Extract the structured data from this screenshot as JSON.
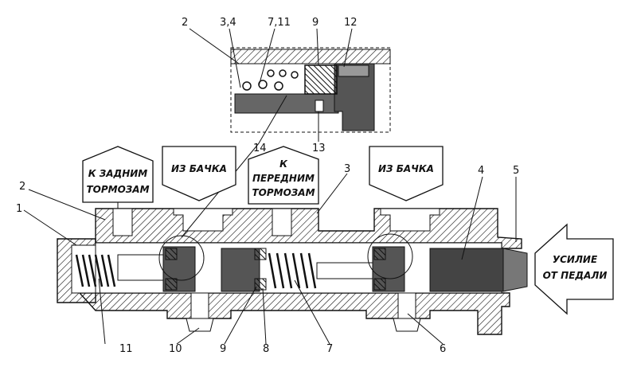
{
  "labels": {
    "to_rear_brakes": [
      "К ЗАДНИМ",
      "ТОРМОЗАМ"
    ],
    "from_tank_left": "ИЗ БАЧКА",
    "to_front_brakes": [
      "К",
      "ПЕРЕДНИМ",
      "ТОРМОЗАМ"
    ],
    "from_tank_right": "ИЗ БАЧКА",
    "pedal_force": [
      "УСИЛИЕ",
      "ОТ ПЕДАЛИ"
    ]
  },
  "detail_numbers": {
    "n2": "2",
    "n34": "3,4",
    "n711": "7,11",
    "n9": "9",
    "n12": "12",
    "n14": "14",
    "n13": "13"
  },
  "main_numbers": {
    "n2": "2",
    "n1": "1",
    "n3": "3",
    "n4": "4",
    "n5": "5",
    "n11": "11",
    "n10": "10",
    "n9": "9",
    "n8": "8",
    "n7": "7",
    "n6": "6"
  },
  "colors": {
    "ink": "#111111",
    "paper": "#ffffff",
    "shade": "#555555"
  }
}
